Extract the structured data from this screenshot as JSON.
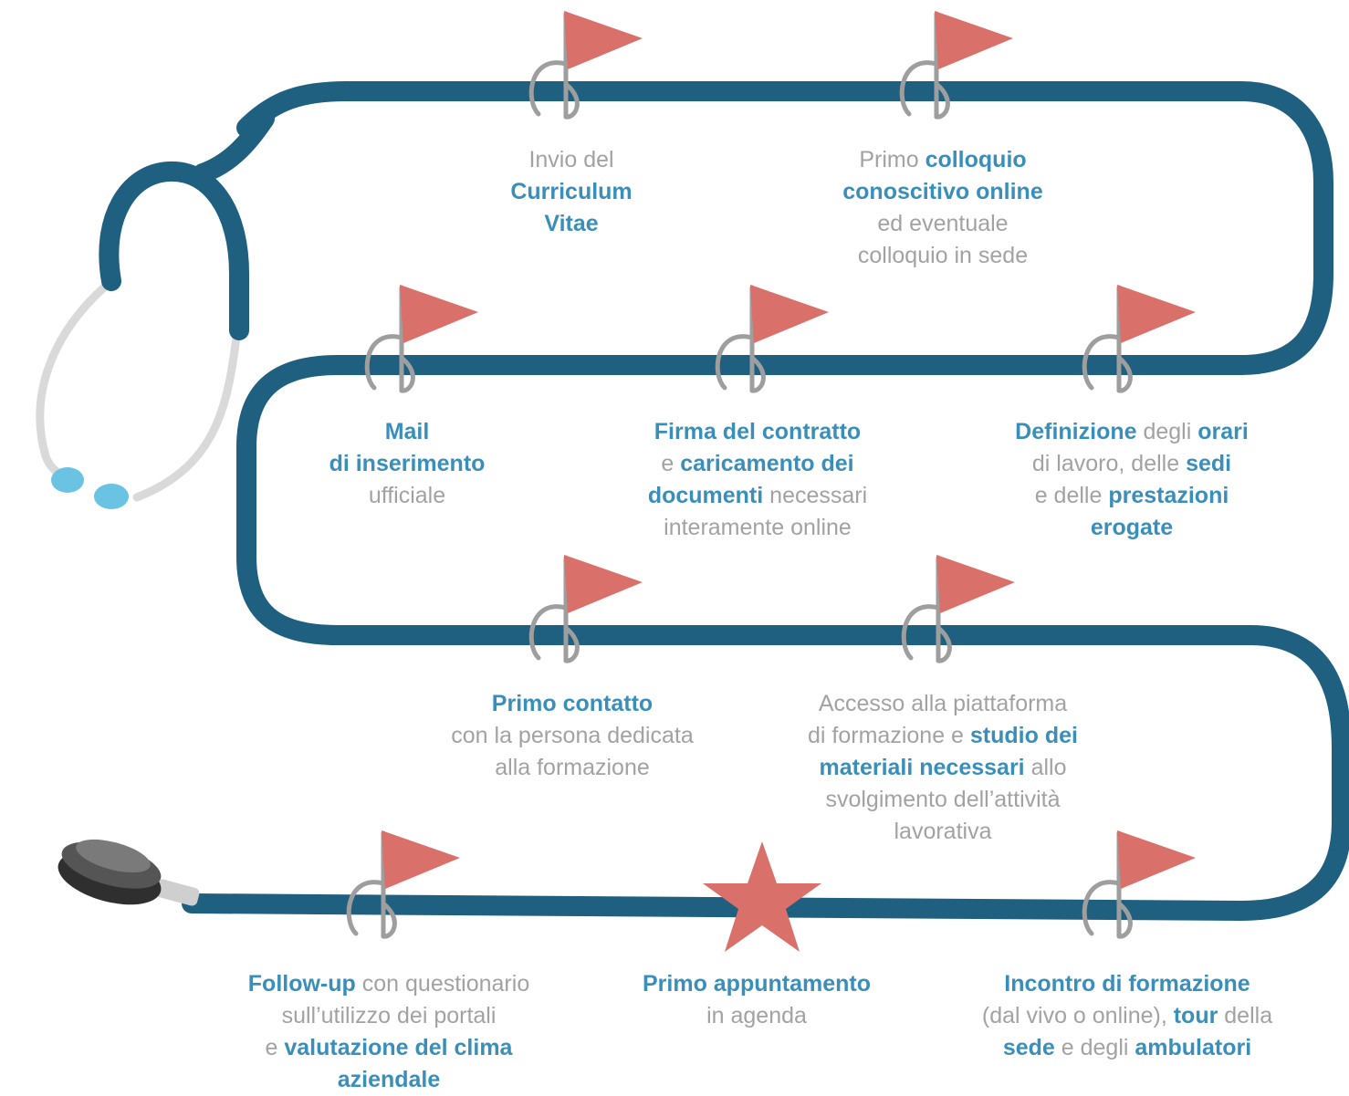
{
  "colors": {
    "tube": "#1f5f80",
    "tube_dark": "#174a64",
    "flag": "#d9706a",
    "flag_pole": "#9e9e9e",
    "star": "#d9706a",
    "earpiece": "#6bc3e3",
    "text_grey": "#a2a2a2",
    "text_blue": "#3a8fba"
  },
  "steps": [
    {
      "id": "cv",
      "lines": [
        [
          {
            "t": "Invio del",
            "b": false
          }
        ],
        [
          {
            "t": "Curriculum",
            "b": true
          }
        ],
        [
          {
            "t": "Vitae",
            "b": true
          }
        ]
      ]
    },
    {
      "id": "colloquio",
      "lines": [
        [
          {
            "t": "Primo ",
            "b": false
          },
          {
            "t": "colloquio",
            "b": true
          }
        ],
        [
          {
            "t": "conoscitivo online",
            "b": true
          }
        ],
        [
          {
            "t": "ed eventuale",
            "b": false
          }
        ],
        [
          {
            "t": "colloquio in sede",
            "b": false
          }
        ]
      ]
    },
    {
      "id": "definizione",
      "lines": [
        [
          {
            "t": "Definizione",
            "b": true
          },
          {
            "t": " degli ",
            "b": false
          },
          {
            "t": "orari",
            "b": true
          }
        ],
        [
          {
            "t": "di lavoro, delle ",
            "b": false
          },
          {
            "t": "sedi",
            "b": true
          }
        ],
        [
          {
            "t": "e delle ",
            "b": false
          },
          {
            "t": "prestazioni",
            "b": true
          }
        ],
        [
          {
            "t": "erogate",
            "b": true
          }
        ]
      ]
    },
    {
      "id": "firma",
      "lines": [
        [
          {
            "t": "Firma del contratto",
            "b": true
          }
        ],
        [
          {
            "t": "e ",
            "b": false
          },
          {
            "t": "caricamento dei",
            "b": true
          }
        ],
        [
          {
            "t": "documenti",
            "b": true
          },
          {
            "t": " necessari",
            "b": false
          }
        ],
        [
          {
            "t": "interamente online",
            "b": false
          }
        ]
      ]
    },
    {
      "id": "mail",
      "lines": [
        [
          {
            "t": "Mail",
            "b": true
          }
        ],
        [
          {
            "t": "di inserimento",
            "b": true
          }
        ],
        [
          {
            "t": "ufficiale",
            "b": false
          }
        ]
      ]
    },
    {
      "id": "contatto",
      "lines": [
        [
          {
            "t": "Primo contatto",
            "b": true
          }
        ],
        [
          {
            "t": "con la persona dedicata",
            "b": false
          }
        ],
        [
          {
            "t": "alla formazione",
            "b": false
          }
        ]
      ]
    },
    {
      "id": "accesso",
      "lines": [
        [
          {
            "t": "Accesso alla piattaforma",
            "b": false
          }
        ],
        [
          {
            "t": "di formazione e ",
            "b": false
          },
          {
            "t": "studio dei",
            "b": true
          }
        ],
        [
          {
            "t": "materiali necessari",
            "b": true
          },
          {
            "t": " allo",
            "b": false
          }
        ],
        [
          {
            "t": "svolgimento dell’attività",
            "b": false
          }
        ],
        [
          {
            "t": "lavorativa",
            "b": false
          }
        ]
      ]
    },
    {
      "id": "incontro",
      "lines": [
        [
          {
            "t": "Incontro di formazione",
            "b": true
          }
        ],
        [
          {
            "t": "(dal vivo o online), ",
            "b": false
          },
          {
            "t": "tour",
            "b": true
          },
          {
            "t": " della",
            "b": false
          }
        ],
        [
          {
            "t": "sede",
            "b": true
          },
          {
            "t": " e degli ",
            "b": false
          },
          {
            "t": "ambulatori",
            "b": true
          }
        ]
      ]
    },
    {
      "id": "appuntamento",
      "lines": [
        [
          {
            "t": "Primo appuntamento",
            "b": true
          }
        ],
        [
          {
            "t": "in agenda",
            "b": false
          }
        ]
      ]
    },
    {
      "id": "followup",
      "lines": [
        [
          {
            "t": "Follow-up",
            "b": true
          },
          {
            "t": " con questionario",
            "b": false
          }
        ],
        [
          {
            "t": "sull’utilizzo dei portali",
            "b": false
          }
        ],
        [
          {
            "t": "e ",
            "b": false
          },
          {
            "t": "valutazione del clima",
            "b": true
          }
        ],
        [
          {
            "t": "aziendale",
            "b": true
          }
        ]
      ]
    }
  ]
}
